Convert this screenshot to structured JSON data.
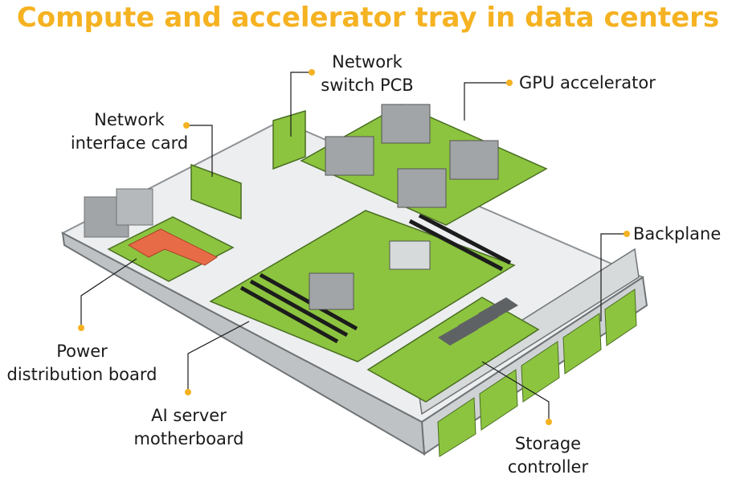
{
  "title": "Compute and accelerator tray in data centers",
  "colors": {
    "title": "#f5b221",
    "accent_dot": "#f5b221",
    "pcb": "#8cc43f",
    "pcb_dark": "#5f9a2c",
    "chassis": "#cfd2d4",
    "chassis_dark": "#8e9295",
    "heatsink": "#a2a5a8",
    "copper": "#e86b47"
  },
  "labels": {
    "network_switch_pcb": [
      "Network",
      "switch PCB"
    ],
    "gpu_accelerator": [
      "GPU accelerator"
    ],
    "network_interface_card": [
      "Network",
      "interface card"
    ],
    "backplane": [
      "Backplane"
    ],
    "power_distribution_board": [
      "Power",
      "distribution board"
    ],
    "ai_server_motherboard": [
      "AI server",
      "motherboard"
    ],
    "storage_controller": [
      "Storage",
      "controller"
    ]
  }
}
